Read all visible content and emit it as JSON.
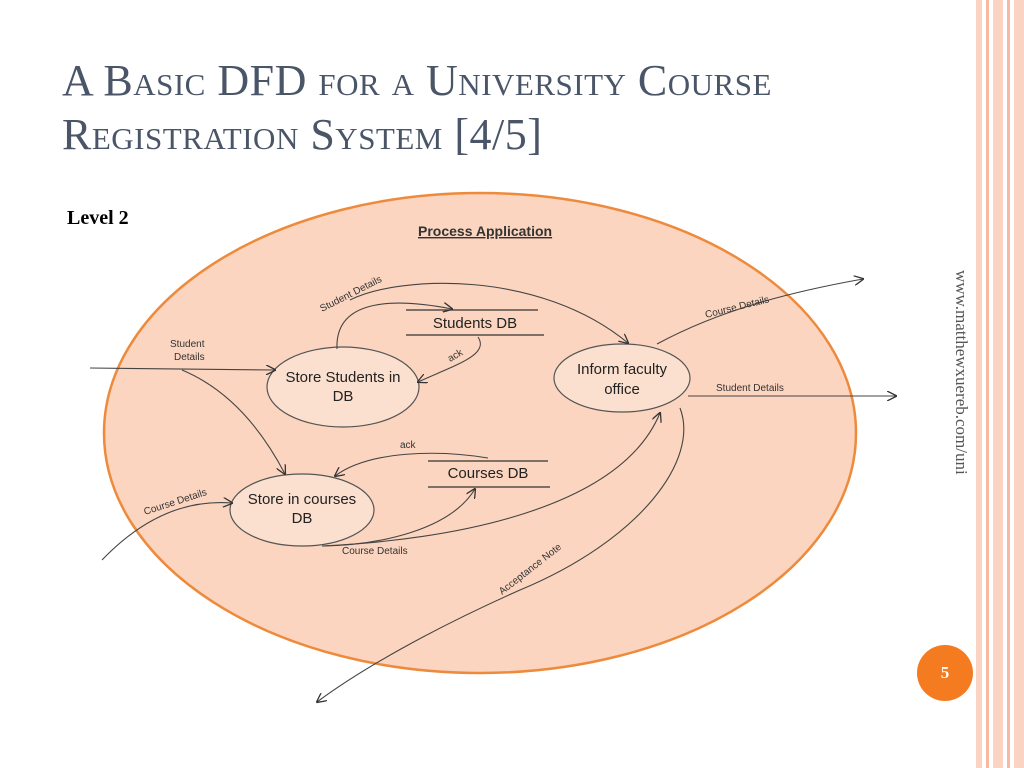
{
  "slide": {
    "title_line1": "A Basic DFD for a University Course",
    "title_line2": "Registration System [4/5]",
    "level_label": "Level 2",
    "side_url": "www.matthewxuereb.com/uni",
    "page_number": "5"
  },
  "diagram": {
    "boundary_title": "Process Application",
    "processes": {
      "store_students": [
        "Store Students in",
        "DB"
      ],
      "store_courses": [
        "Store in courses",
        "DB"
      ],
      "inform_faculty": [
        "Inform faculty",
        "office"
      ]
    },
    "stores": {
      "students_db": "Students DB",
      "courses_db": "Courses DB"
    },
    "flows": {
      "student_details_in": [
        "Student",
        "Details"
      ],
      "course_details_in": "Course Details",
      "student_details_top": "Student Details",
      "ack_students": "ack",
      "ack_courses": "ack",
      "course_details_bottom": "Course Details",
      "course_details_out": "Course Details",
      "student_details_out": "Student Details",
      "acceptance_note": "Acceptance Note"
    }
  },
  "colors": {
    "boundary_fill": "#fbd5bf",
    "boundary_stroke": "#ee8a3c",
    "badge": "#f47b20",
    "title": "#4a5568"
  }
}
